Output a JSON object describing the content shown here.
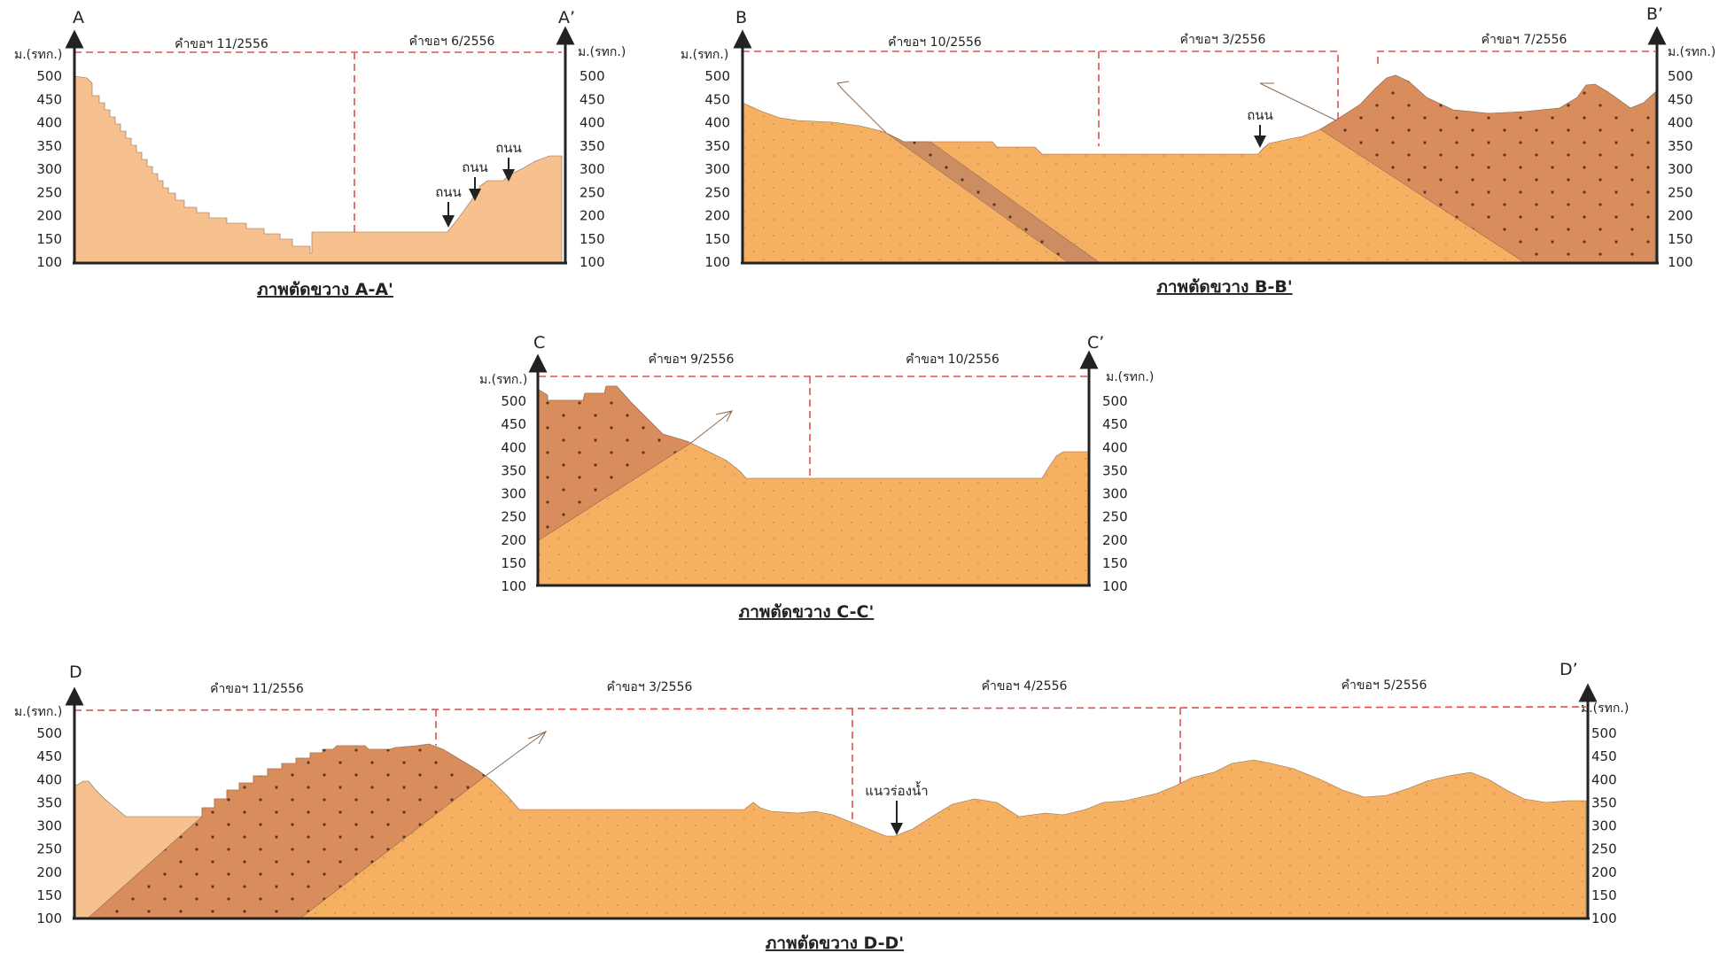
{
  "colors": {
    "light": "#f7c08f",
    "main": "#f6b062",
    "dark": "#d98d5d",
    "band": "#c98a62",
    "dash": "#e05050",
    "axis": "#222222",
    "dot": "#6a4a2a"
  },
  "y_unit": "ม.(รทก.)",
  "y_ticks": [
    "500",
    "450",
    "400",
    "350",
    "300",
    "250",
    "200",
    "150",
    "100"
  ],
  "sections": {
    "a": {
      "start": "A",
      "end": "A’",
      "caption": "ภาพตัดขวาง A-A'",
      "segments": [
        "คำขอฯ 11/2556",
        "คำขอฯ 6/2556"
      ],
      "annotations": [
        "ถนน",
        "ถนน",
        "ถนน"
      ]
    },
    "b": {
      "start": "B",
      "end": "B’",
      "caption": "ภาพตัดขวาง B-B'",
      "segments": [
        "คำขอฯ 10/2556",
        "คำขอฯ 3/2556",
        "คำขอฯ 7/2556"
      ],
      "annotations": [
        "ถนน"
      ]
    },
    "c": {
      "start": "C",
      "end": "C’",
      "caption": "ภาพตัดขวาง C-C'",
      "segments": [
        "คำขอฯ 9/2556",
        "คำขอฯ 10/2556"
      ]
    },
    "d": {
      "start": "D",
      "end": "D’",
      "caption": "ภาพตัดขวาง D-D'",
      "segments": [
        "คำขอฯ 11/2556",
        "คำขอฯ 3/2556",
        "คำขอฯ 4/2556",
        "คำขอฯ 5/2556"
      ],
      "annotations": [
        "แนวร่องน้ำ"
      ]
    }
  }
}
